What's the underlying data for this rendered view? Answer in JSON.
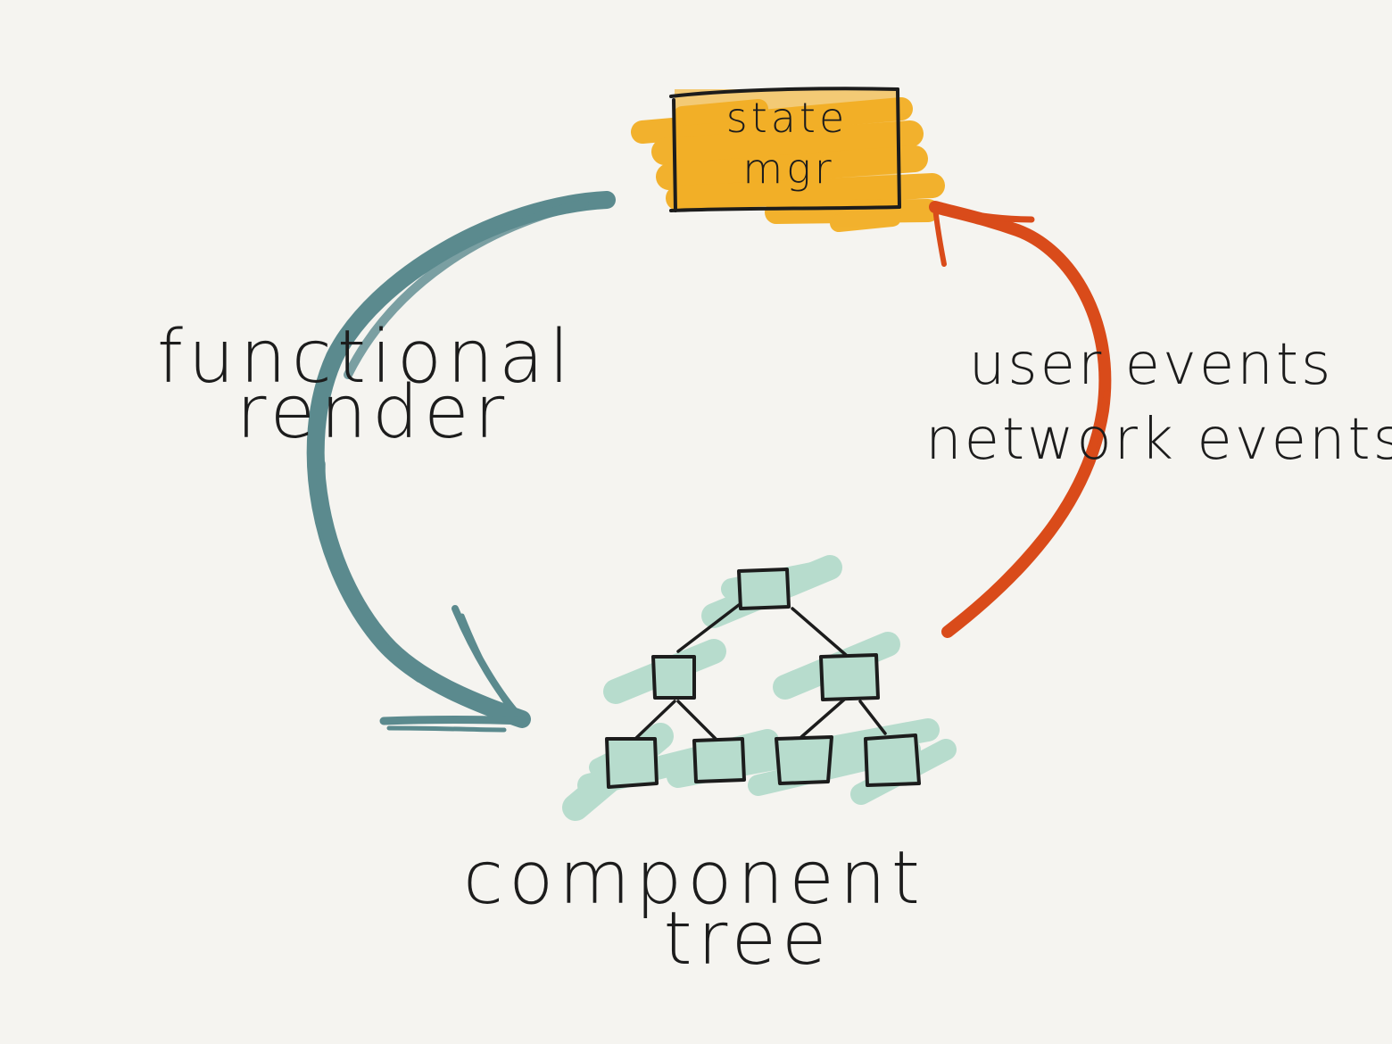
{
  "nodes": {
    "state_manager": {
      "line1": "state",
      "line2": "mgr",
      "highlight_color": "#f2ae23"
    },
    "component_tree": {
      "line1": "component",
      "line2": "tree",
      "highlight_color": "#b7dccd"
    }
  },
  "edges": {
    "functional_render": {
      "line1": "functional",
      "line2": "render",
      "color": "#5b8a8e"
    },
    "events": {
      "line1": "user events",
      "line2": "network events",
      "color": "#d94b1a"
    }
  },
  "colors": {
    "background": "#f5f4f0",
    "ink": "#1c1c1c"
  }
}
